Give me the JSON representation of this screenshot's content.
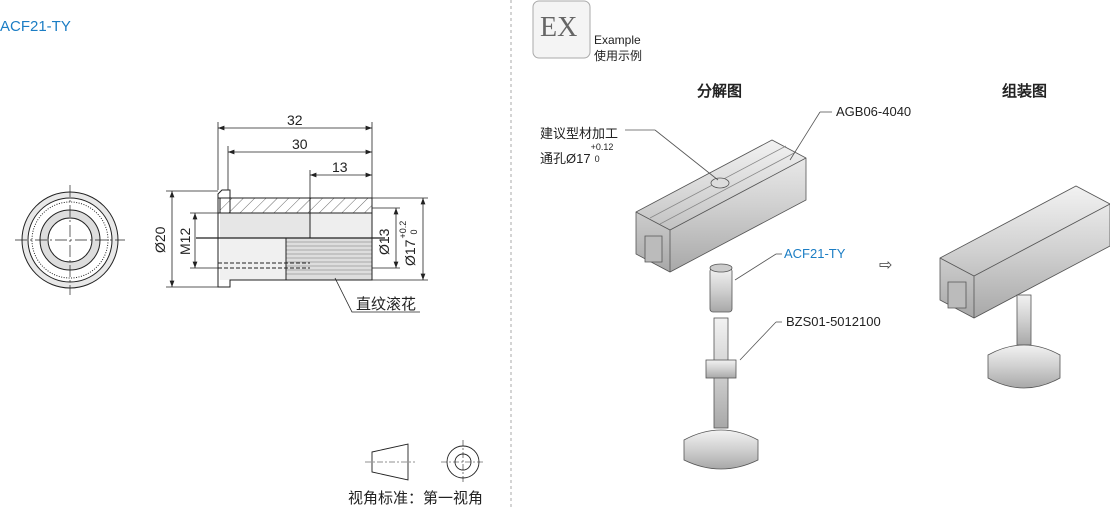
{
  "part_number": "ACF21-TY",
  "drawing": {
    "dim_overall_length": "32",
    "dim_body_length": "30",
    "dim_knurl_length": "13",
    "dim_flange_dia": "Ø20",
    "dim_thread": "M12",
    "dim_inner_dia": "Ø13",
    "dim_outer_dia": "Ø17",
    "dim_outer_tol_upper": "+0.2",
    "dim_outer_tol_lower": "0",
    "knurl_label": "直纹滚花"
  },
  "projection": {
    "label": "视角标准：第一视角"
  },
  "example": {
    "badge": "EX",
    "label_en": "Example",
    "label_cn": "使用示例",
    "exploded_title": "分解图",
    "assembled_title": "组装图",
    "machining_note": "建议型材加工",
    "hole_note": "通孔Ø17",
    "hole_tol_upper": "+0.12",
    "hole_tol_lower": "0",
    "profile_part": "AGB06-4040",
    "insert_part": "ACF21-TY",
    "leveler_part": "BZS01-5012100",
    "arrow": "⇨"
  }
}
